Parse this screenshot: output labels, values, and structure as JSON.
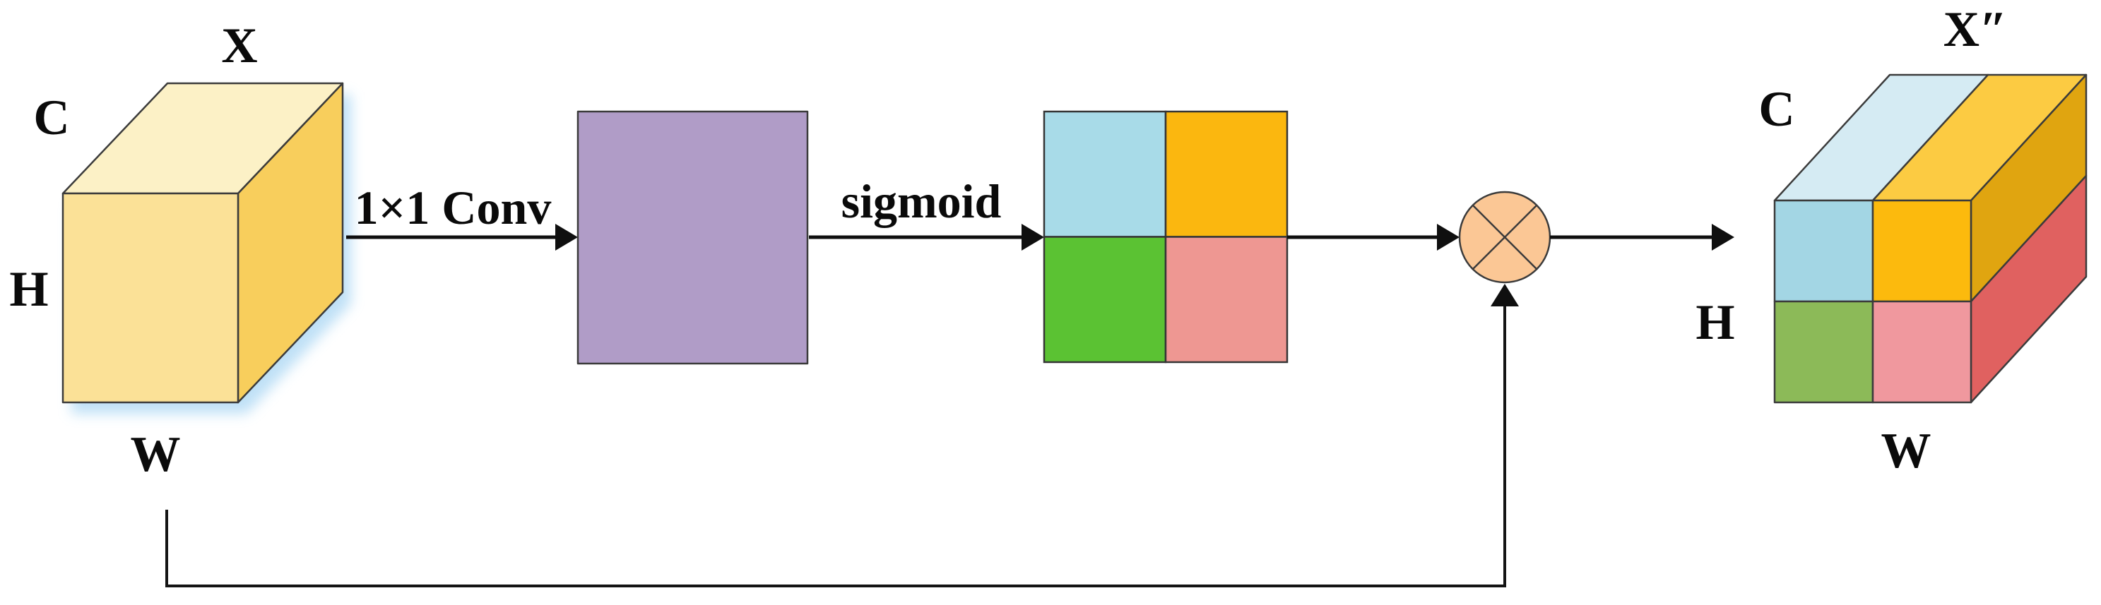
{
  "figure": {
    "input_block": {
      "tensor_label": "X",
      "channel_label": "C",
      "height_label": "H",
      "width_label": "W"
    },
    "conv_arrow_label": "1×1 Conv",
    "sigmoid_arrow_label": "sigmoid",
    "multiply_operator": "circled-multiplication",
    "output_block": {
      "tensor_label": "X″",
      "channel_label": "C",
      "height_label": "H",
      "width_label": "W"
    },
    "colors": {
      "background": "#ffffff",
      "input_cube_front": "#FBE197",
      "input_cube_top": "#FCF1C6",
      "input_cube_side": "#F8CE5C",
      "input_cube_glow": "#BCDFF6",
      "conv_feature_map": "#B09CC7",
      "attn_cell_blue": "#A8DBE8",
      "attn_cell_amber": "#FBB70F",
      "attn_cell_green": "#5BC233",
      "attn_cell_pink": "#EE9792",
      "multiply_circle": "#FBC795",
      "output_front_blue": "#A3D6E4",
      "output_front_amber": "#FCBA0D",
      "output_front_green": "#8CBA58",
      "output_front_pink": "#F0989E",
      "output_top_blue": "#D5EBF3",
      "output_top_yellow": "#FCCB42",
      "output_side_amber": "#E0A510",
      "output_side_red": "#E06160"
    }
  }
}
